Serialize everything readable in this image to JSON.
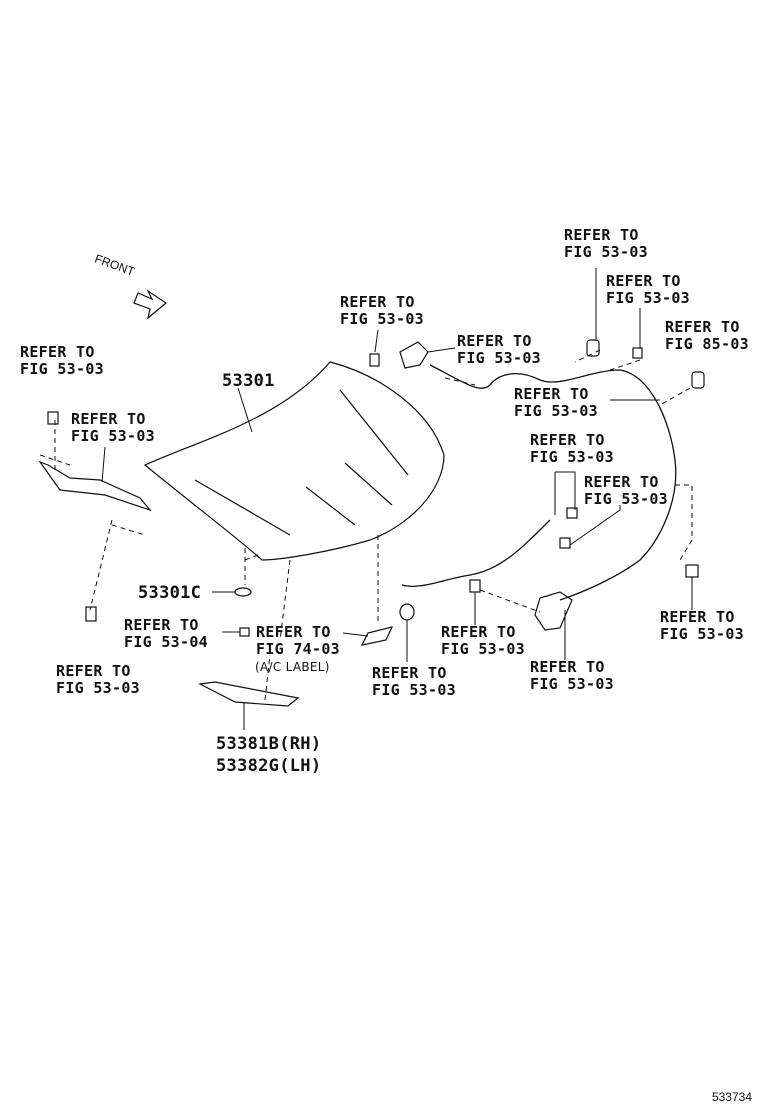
{
  "front_label": "FRONT",
  "figure_number": "533734",
  "parts": {
    "hood": "53301",
    "cushion": "53301C",
    "seal_rh": "53381B(RH)",
    "seal_lh": "53382G(LH)"
  },
  "refs": [
    {
      "line1": "REFER TO",
      "line2": "FIG 53-03"
    },
    {
      "line1": "REFER TO",
      "line2": "FIG 53-03"
    },
    {
      "line1": "REFER TO",
      "line2": "FIG 85-03"
    },
    {
      "line1": "REFER TO",
      "line2": "FIG 53-03"
    },
    {
      "line1": "REFER TO",
      "line2": "FIG 53-03"
    },
    {
      "line1": "REFER TO",
      "line2": "FIG 53-03"
    },
    {
      "line1": "REFER TO",
      "line2": "FIG 53-03"
    },
    {
      "line1": "REFER TO",
      "line2": "FIG 53-03"
    },
    {
      "line1": "REFER TO",
      "line2": "FIG 53-03"
    },
    {
      "line1": "REFER TO",
      "line2": "FIG 53-03"
    },
    {
      "line1": "REFER TO",
      "line2": "FIG 53-04"
    },
    {
      "line1": "REFER TO",
      "line2": "FIG 74-03"
    },
    {
      "line1": "REFER TO",
      "line2": "FIG 53-03"
    },
    {
      "line1": "REFER TO",
      "line2": "FIG 53-03"
    },
    {
      "line1": "REFER TO",
      "line2": "FIG 53-03"
    },
    {
      "line1": "REFER TO",
      "line2": "FIG 53-03"
    },
    {
      "line1": "REFER TO",
      "line2": "FIG 53-03"
    }
  ],
  "ac_label": "(A/C LABEL)"
}
